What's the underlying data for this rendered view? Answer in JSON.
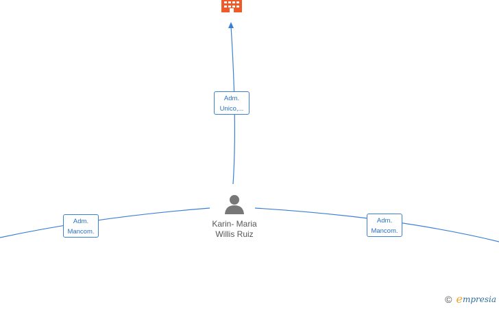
{
  "nodes": {
    "company": {
      "icon": "building-icon",
      "color": "#f05a28"
    },
    "person": {
      "icon": "person-icon",
      "name_line1": "Karin- Maria",
      "name_line2": "Willis Ruiz"
    }
  },
  "edges": [
    {
      "id": "to-company",
      "label_line1": "Adm.",
      "label_line2": "Unico,..."
    },
    {
      "id": "to-left",
      "label_line1": "Adm.",
      "label_line2": "Mancom."
    },
    {
      "id": "to-right",
      "label_line1": "Adm.",
      "label_line2": "Mancom."
    }
  ],
  "colors": {
    "edge": "#3a7fd5",
    "label_text": "#2a6fc4",
    "person_icon": "#777777",
    "brand": "#2f6f9f",
    "brand_accent": "#f0a030"
  },
  "brand": {
    "copyright": "©",
    "initial": "e",
    "name_rest": "mpresia"
  }
}
